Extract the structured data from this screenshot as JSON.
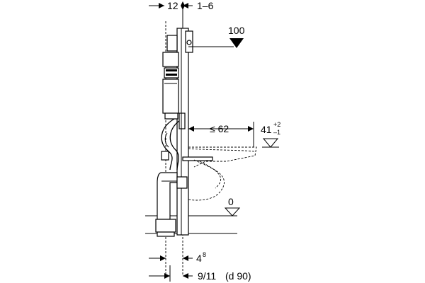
{
  "dimensions": {
    "top_left": "12",
    "top_right": "1–6",
    "height_mark": "100",
    "depth": "≤ 62",
    "seat_height_main": "41",
    "seat_height_tol_plus": "+2",
    "seat_height_tol_minus": "–1",
    "floor_mark": "0",
    "bottom_upper_main": "4",
    "bottom_upper_sup": "8",
    "bottom_lower": "9/11",
    "bottom_lower_note": "(d 90)"
  }
}
